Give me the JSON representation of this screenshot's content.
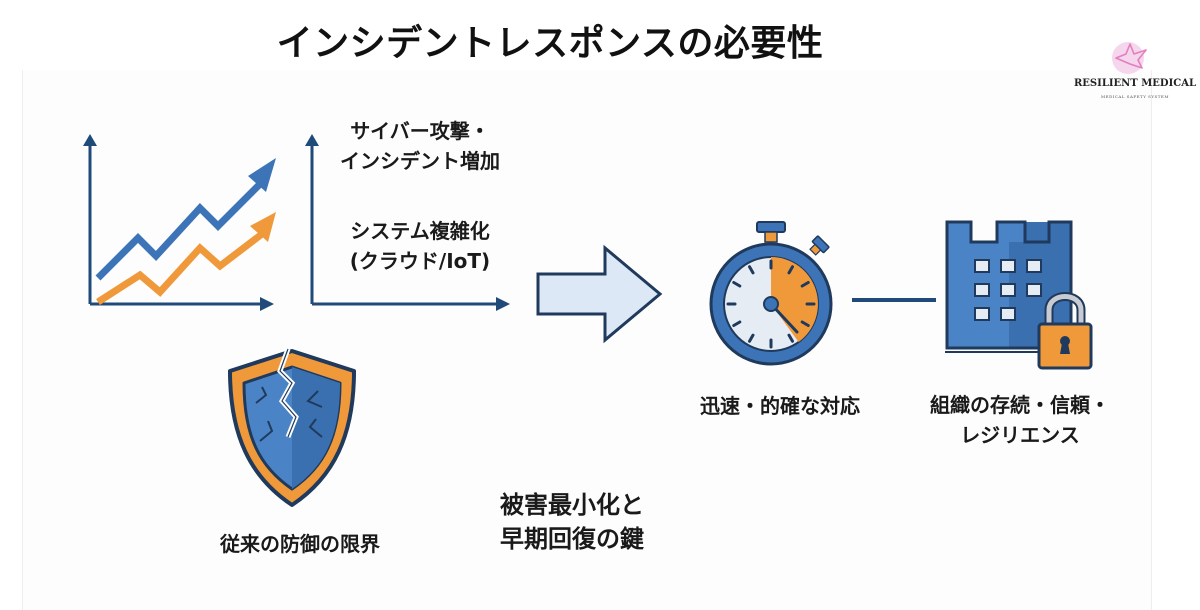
{
  "title": "インシデントレスポンスの必要性",
  "logo": {
    "name": "RESILIENT MEDICAL",
    "tagline": "MEDICAL SAFETY SYSTEM",
    "icon": "dove-icon"
  },
  "colors": {
    "blue": "#3d74b8",
    "dark_blue": "#1f4a7a",
    "orange": "#f0993a",
    "light_blue": "#dce8f5",
    "text": "#1a1a1a"
  },
  "drivers": {
    "icon": "trend-chart-icon",
    "cyber_label": [
      "サイバー攻撃・",
      "インシデント増加"
    ],
    "system_label": [
      "システム複雑化",
      "(クラウド/IoT)"
    ]
  },
  "limitation": {
    "icon": "cracked-shield-icon",
    "label": "従来の防御の限界"
  },
  "flow": {
    "arrow_icon": "right-arrow-icon",
    "key_label": [
      "被害最小化と",
      "早期回復の鍵"
    ]
  },
  "response": {
    "icon": "stopwatch-icon",
    "label": "迅速・的確な対応",
    "elapsed_fraction": 0.4
  },
  "outcome": {
    "icon": "building-lock-icon",
    "label": [
      "組織の存続・信頼・",
      "レジリエンス"
    ]
  }
}
